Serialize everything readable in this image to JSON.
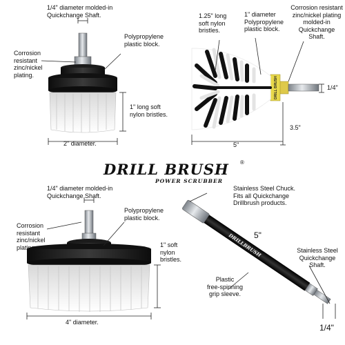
{
  "logo": {
    "brand": "DRILL  BRUSH",
    "reg": "®",
    "tagline": "POWER SCRUBBER"
  },
  "panel_top_left": {
    "shaft": "1/4\" diameter molded-in\nQuickchange Shaft.",
    "block": "Polypropylene\nplastic block.",
    "plating": "Corrosion\nresistant\nzinc/nickel\nplating.",
    "bristles": "1\" long soft\nnylon bristles.",
    "diameter": "2\" diameter."
  },
  "panel_top_right": {
    "bristles": "1.25\" long\nsoft nylon\nbristles.",
    "block": "1\" diameter\nPolypropylene\nplastic block.",
    "plating": "Corrosion resistant\nzinc/nickel plating\nmolded-in\nQuickchange\nShaft.",
    "shaft_dim": "1/4\"",
    "height": "3.5\"",
    "length": "5\"",
    "block_text": "DRILL BRUSH"
  },
  "panel_bottom_left": {
    "shaft": "1/4\" diameter molded-in\nQuickchange Shaft.",
    "block": "Polypropylene\nplastic block.",
    "plating": "Corrosion\nresistant\nzinc/nickel\nplating.",
    "bristles": "1\" soft\nnylon\nbristles.",
    "diameter": "4\" diameter."
  },
  "panel_bottom_right": {
    "chuck": "Stainless Steel Chuck.\nFits all Quickchange\nDrillbrush products.",
    "length": "5\"",
    "shaft": "Stainless Steel\nQuickchange\nShaft.",
    "sleeve": "Plastic\nfree-spinning\ngrip sleeve.",
    "shaft_dim": "1/4\"",
    "tube_text": "DRILLBRUSH"
  },
  "colors": {
    "bristle": "#f4f4f4",
    "block": "#151515",
    "steel": "#b9bec4",
    "accent_yellow": "#e8d84a",
    "line": "#222222"
  }
}
